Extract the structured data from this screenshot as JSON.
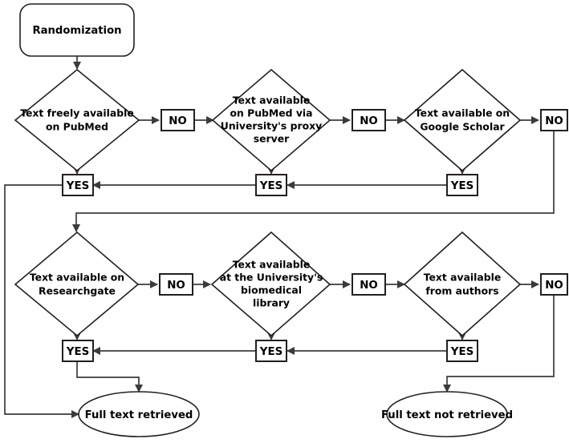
{
  "diagram": {
    "title_node": {
      "label": "Randomization",
      "shape": "rounded-rectangle"
    },
    "decisions": [
      {
        "id": "pubmed-free",
        "label_lines": [
          "Text freely available",
          "on PubMed"
        ]
      },
      {
        "id": "pubmed-proxy",
        "label_lines": [
          "Text available",
          "on PubMed via",
          "University's proxy",
          "server"
        ]
      },
      {
        "id": "google-scholar",
        "label_lines": [
          "Text available on",
          "Google Scholar"
        ]
      },
      {
        "id": "researchgate",
        "label_lines": [
          "Text available on",
          "Researchgate"
        ]
      },
      {
        "id": "biomedical-library",
        "label_lines": [
          "Text available",
          "at the University's",
          "biomedical",
          "library"
        ]
      },
      {
        "id": "authors",
        "label_lines": [
          "Text available",
          "from authors"
        ]
      }
    ],
    "tags": {
      "no": "NO",
      "yes": "YES"
    },
    "no_tags": [
      {
        "for": "pubmed-free",
        "label": "NO"
      },
      {
        "for": "pubmed-proxy",
        "label": "NO"
      },
      {
        "for": "google-scholar",
        "label": "NO"
      },
      {
        "for": "researchgate",
        "label": "NO"
      },
      {
        "for": "biomedical-library",
        "label": "NO"
      },
      {
        "for": "authors",
        "label": "NO"
      }
    ],
    "yes_tags": [
      {
        "for": "pubmed-free",
        "label": "YES"
      },
      {
        "for": "pubmed-proxy",
        "label": "YES"
      },
      {
        "for": "google-scholar",
        "label": "YES"
      },
      {
        "for": "researchgate",
        "label": "YES"
      },
      {
        "for": "biomedical-library",
        "label": "YES"
      },
      {
        "for": "authors",
        "label": "YES"
      }
    ],
    "terminals": [
      {
        "id": "retrieved",
        "label": "Full text retrieved",
        "shape": "ellipse"
      },
      {
        "id": "not-retrieved",
        "label": "Full text not retrieved",
        "shape": "ellipse"
      }
    ],
    "colors": {
      "background": "#ffffff",
      "shape_stroke": "#231f20",
      "connector_stroke": "#3b3b3b",
      "text": "#000000"
    }
  }
}
